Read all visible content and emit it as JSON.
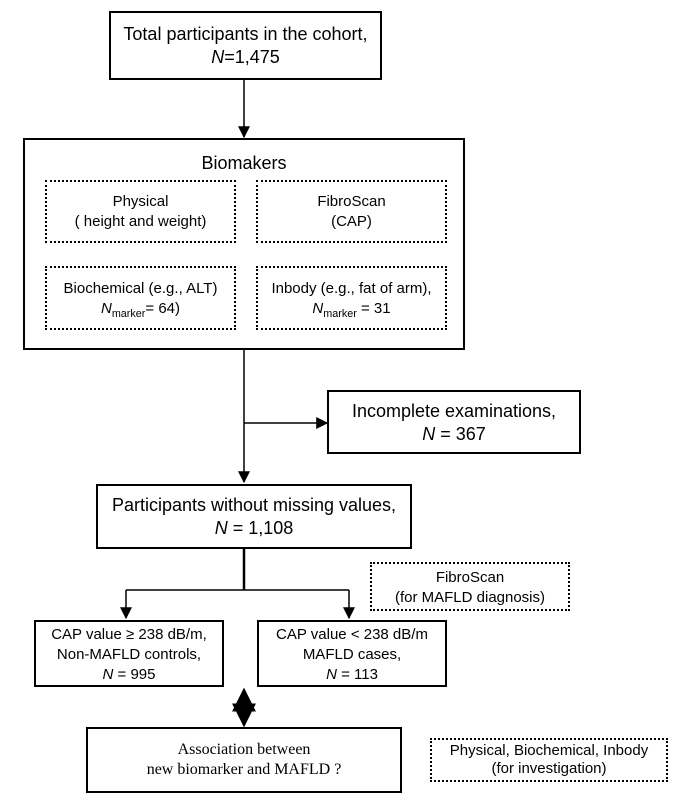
{
  "cohort": {
    "line1": "Total participants in the cohort,",
    "n_label": "N",
    "n_value": "=1,475"
  },
  "biomakers": {
    "title": "Biomakers",
    "physical": {
      "line1": "Physical",
      "line2": "( height and weight)"
    },
    "fibroscan": {
      "line1": "FibroScan",
      "line2": "(CAP)"
    },
    "biochemical": {
      "line1": "Biochemical (e.g., ALT)",
      "n_label": "N",
      "n_sub": "marker",
      "n_value": "= 64)"
    },
    "inbody": {
      "line1": "Inbody (e.g., fat of arm),",
      "n_label": "N",
      "n_sub": "marker",
      "n_value": " = 31"
    }
  },
  "incomplete": {
    "line1": "Incomplete examinations,",
    "n_label": "N",
    "n_value": " = 367"
  },
  "complete": {
    "line1": "Participants without missing values,",
    "n_label": "N",
    "n_value": " = 1,108"
  },
  "fibroscan_note": {
    "line1": "FibroScan",
    "line2": "(for MAFLD diagnosis)"
  },
  "controls": {
    "line1": "CAP value ≥ 238 dB/m,",
    "line2": "Non-MAFLD controls,",
    "n_label": "N",
    "n_value": " = 995"
  },
  "cases": {
    "line1": "CAP value < 238 dB/m",
    "line2": "MAFLD cases,",
    "n_label": "N",
    "n_value": " = 113"
  },
  "association": {
    "line1": "Association between",
    "line2": "new biomarker and MAFLD ?"
  },
  "investigation_note": {
    "line1": "Physical, Biochemical, Inbody",
    "line2": "(for investigation)"
  }
}
